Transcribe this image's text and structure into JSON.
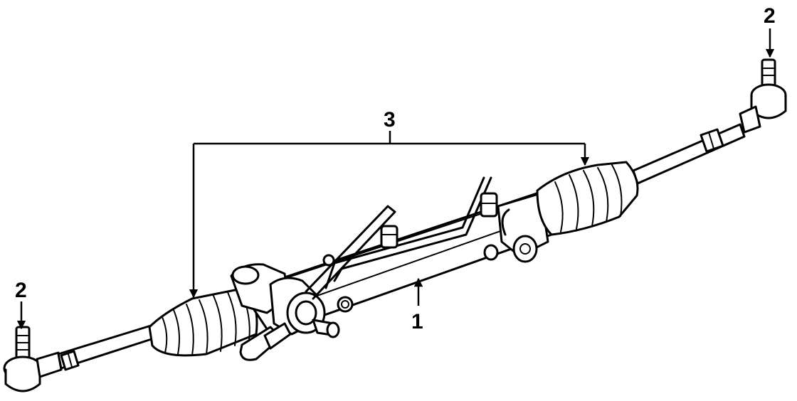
{
  "callouts": {
    "rack_assembly": "1",
    "tie_rod_end_right": "2",
    "tie_rod_end_left": "2",
    "boots": "3"
  }
}
